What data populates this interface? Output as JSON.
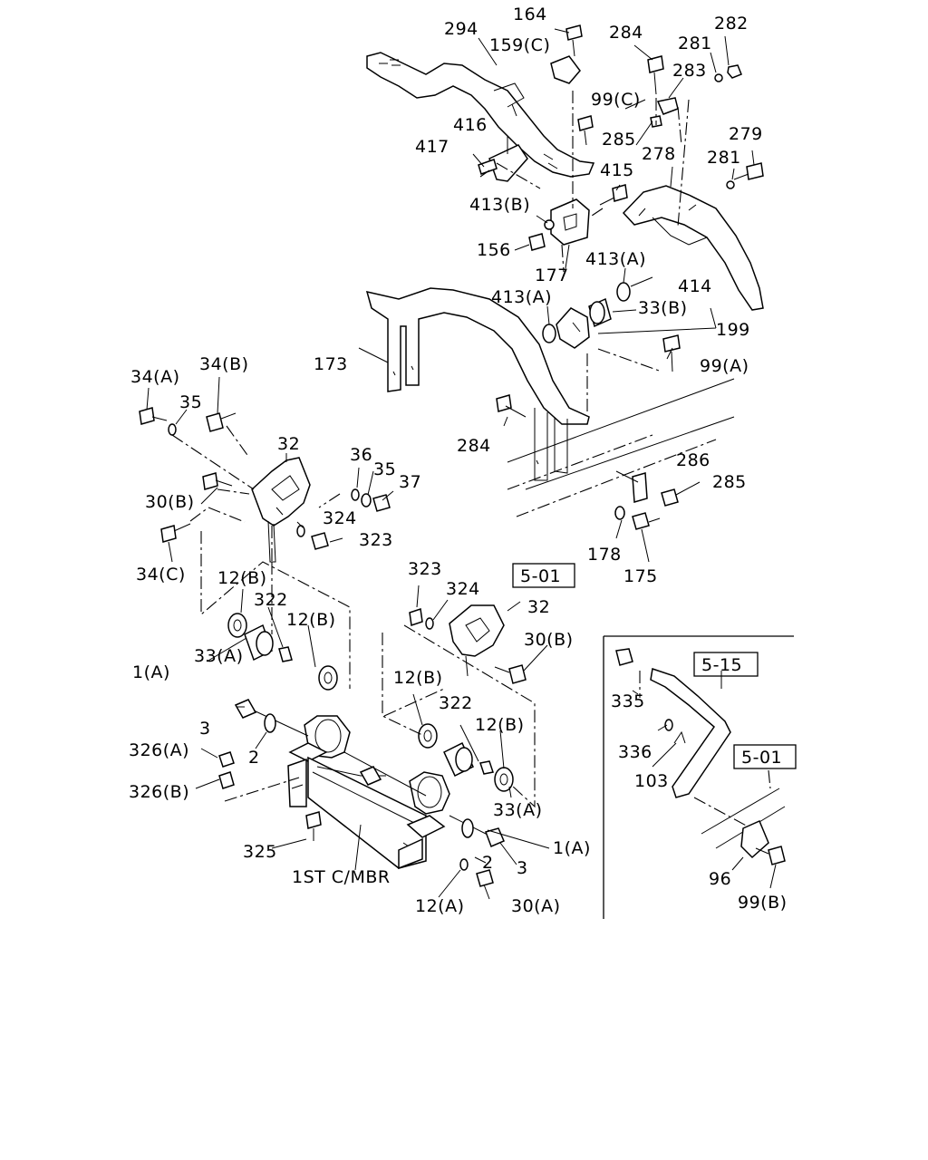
{
  "labels": {
    "l164": "164",
    "l294": "294",
    "l159c": "159(C)",
    "l284a": "284",
    "l282": "282",
    "l281a": "281",
    "l283": "283",
    "l99c": "99(C)",
    "l285a": "285",
    "l416": "416",
    "l417": "417",
    "l278": "278",
    "l279": "279",
    "l281b": "281",
    "l415": "415",
    "l413b": "413(B)",
    "l156": "156",
    "l177": "177",
    "l413a1": "413(A)",
    "l414": "414",
    "l413a2": "413(A)",
    "l33b": "33(B)",
    "l199": "199",
    "l173": "173",
    "l99a": "99(A)",
    "l34a": "34(A)",
    "l34b": "34(B)",
    "l35a": "35",
    "l32a": "32",
    "l36": "36",
    "l35b": "35",
    "l37": "37",
    "l30b1": "30(B)",
    "l324a": "324",
    "l323a": "323",
    "l34c": "34(C)",
    "l284b": "284",
    "l286": "286",
    "l285b": "285",
    "l178": "178",
    "l175": "175",
    "l323b": "323",
    "l324b": "324",
    "l32b": "32",
    "l12b1": "12(B)",
    "l322a": "322",
    "l12b2": "12(B)",
    "l30b2": "30(B)",
    "l33a1": "33(A)",
    "l1a1": "1(A)",
    "l3a": "3",
    "l326a": "326(A)",
    "l2a": "2",
    "l326b": "326(B)",
    "l12b3": "12(B)",
    "l322b": "322",
    "l12b4": "12(B)",
    "l33a2": "33(A)",
    "l1a2": "1(A)",
    "l325": "325",
    "l2b": "2",
    "l3b": "3",
    "l1stcmbr": "1ST C/MBR",
    "l12a": "12(A)",
    "l30a": "30(A)",
    "l335": "335",
    "l336": "336",
    "l103": "103",
    "l96": "96",
    "l99b": "99(B)"
  },
  "refs": {
    "ref501a": "5-01",
    "ref515": "5-15",
    "ref501b": "5-01"
  }
}
